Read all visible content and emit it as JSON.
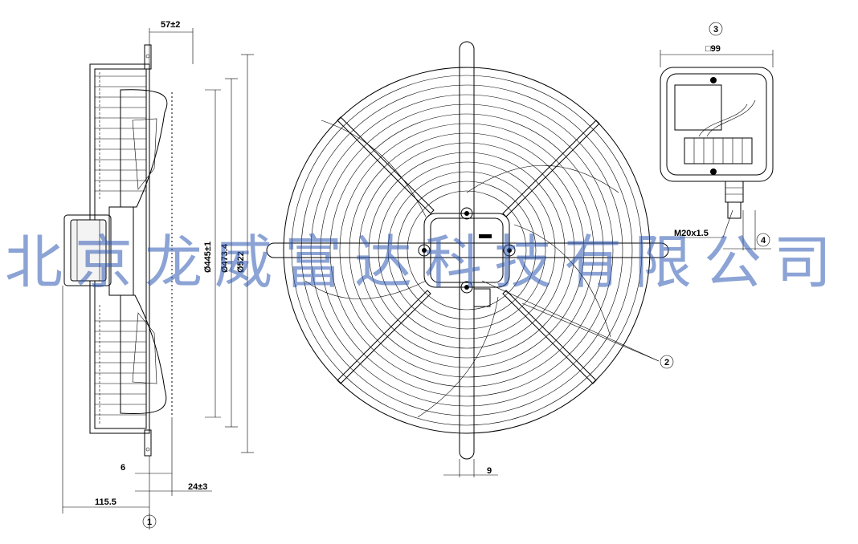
{
  "dimensions": {
    "top_width": "57±2",
    "d_inner": "Ø445±1",
    "d_mid": "Ø473.4",
    "d_outer": "Ø522",
    "thick_6": "6",
    "depth_24": "24±3",
    "depth_115": "115.5",
    "guard_9": "9",
    "box_99": "□99",
    "gland": "M20x1.5"
  },
  "callouts": {
    "c1": "1",
    "c2": "2",
    "c3": "3",
    "c4": "4"
  },
  "watermark": {
    "chars": [
      "北",
      "京",
      "龙",
      "威",
      "富",
      "达",
      "科",
      "技",
      "有",
      "限",
      "公",
      "司"
    ]
  },
  "colors": {
    "line": "#000000",
    "watermark": "#2f59b3"
  }
}
